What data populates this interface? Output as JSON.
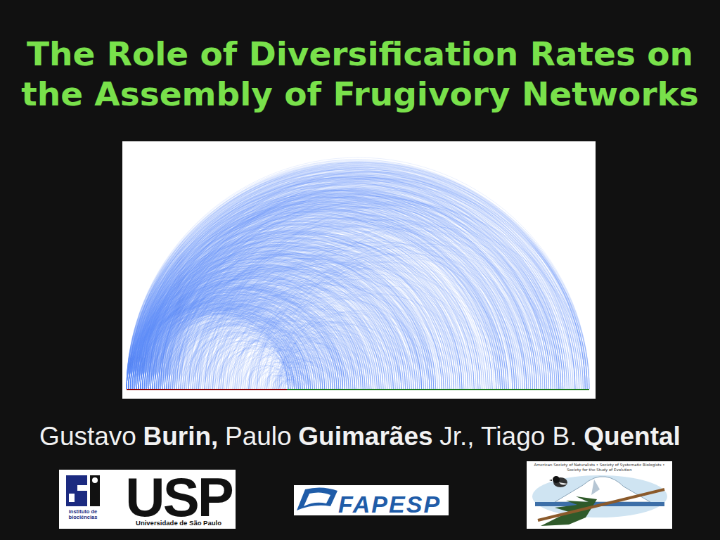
{
  "diagram": {
    "title": "The Role of Diversification Rates on the Assembly of Frugivory Networks",
    "nodes": [
      {
        "text": [
          "instituto de biociências",
          "USP",
          "Universidade de São Paulo"
        ]
      },
      {
        "text": [
          "FAPESP"
        ]
      },
      {
        "text": [
          "American Society of Naturalists • Society of Systematic Biologists • Society for the Study of Evolution"
        ]
      }
    ],
    "labels": [
      "Gustavo",
      "Burin,",
      "Paulo",
      "Guimarães",
      "Jr., Tiago B.",
      "Quental"
    ]
  }
}
